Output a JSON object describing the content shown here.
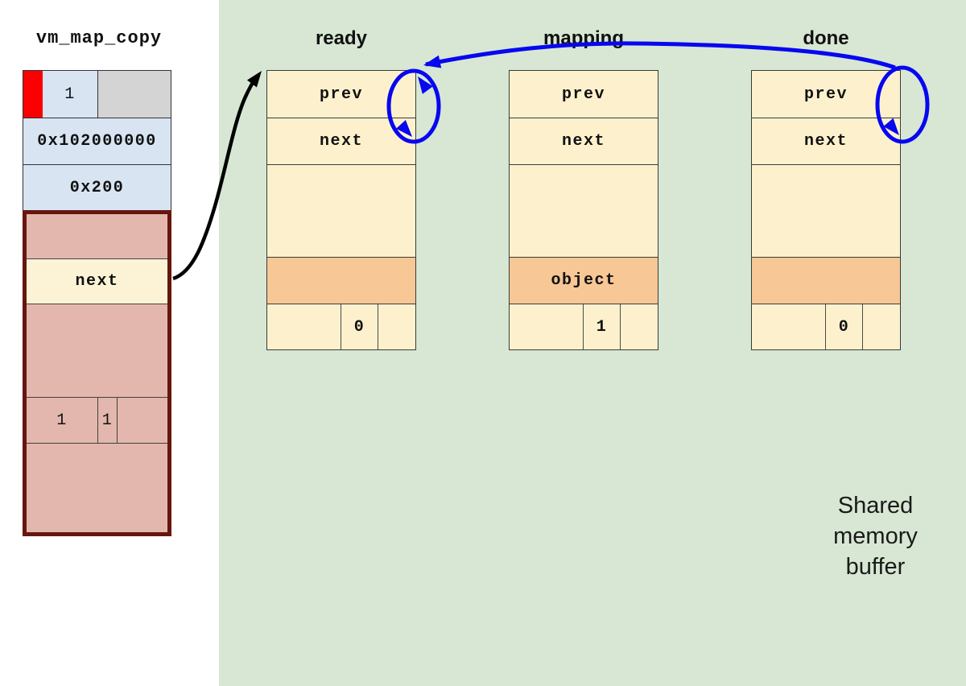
{
  "colors": {
    "background": "#ffffff",
    "shared_region": "#d7e7d3",
    "cell_cream": "#fdf1cd",
    "cell_orange": "#f7c795",
    "cell_pink": "#e3b7ae",
    "cell_blue": "#d8e4f2",
    "cell_gray": "#d4d4d4",
    "cell_red": "#fa0000",
    "maroon_border": "#66160e",
    "arrow_blue": "#0707f0",
    "arrow_black": "#000000"
  },
  "vm_map_copy": {
    "title": "vm_map_copy",
    "flag": "1",
    "address": "0x102000000",
    "size": "0x200",
    "next_label": "next",
    "cell1": "1",
    "cell2": "1"
  },
  "nodes": [
    {
      "title": "ready",
      "prev_label": "prev",
      "next_label": "next",
      "object_label": "",
      "flag": "0"
    },
    {
      "title": "mapping",
      "prev_label": "prev",
      "next_label": "next",
      "object_label": "object",
      "flag": "1"
    },
    {
      "title": "done",
      "prev_label": "prev",
      "next_label": "next",
      "object_label": "",
      "flag": "0"
    }
  ],
  "shared": {
    "lines": [
      "Shared",
      "memory",
      "buffer"
    ]
  }
}
